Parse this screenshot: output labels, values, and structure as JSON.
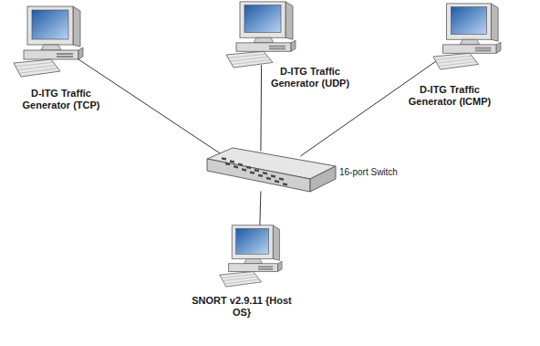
{
  "diagram": {
    "nodes": [
      {
        "text": [
          "D-ITG Traffic Generator (TCP)"
        ]
      },
      {
        "text": [
          "D-ITG Traffic Generator (UDP)"
        ]
      },
      {
        "text": [
          "D-ITG Traffic Generator (ICMP)"
        ]
      },
      {
        "text": [
          "16-port Switch"
        ]
      },
      {
        "text": [
          "SNORT v2.9.11 {Host OS}"
        ]
      }
    ],
    "edges": [
      {
        "from": 0,
        "to": 3,
        "arrow": "none"
      },
      {
        "from": 1,
        "to": 3,
        "arrow": "none"
      },
      {
        "from": 2,
        "to": 3,
        "arrow": "none"
      },
      {
        "from": 3,
        "to": 4,
        "arrow": "none"
      }
    ]
  }
}
